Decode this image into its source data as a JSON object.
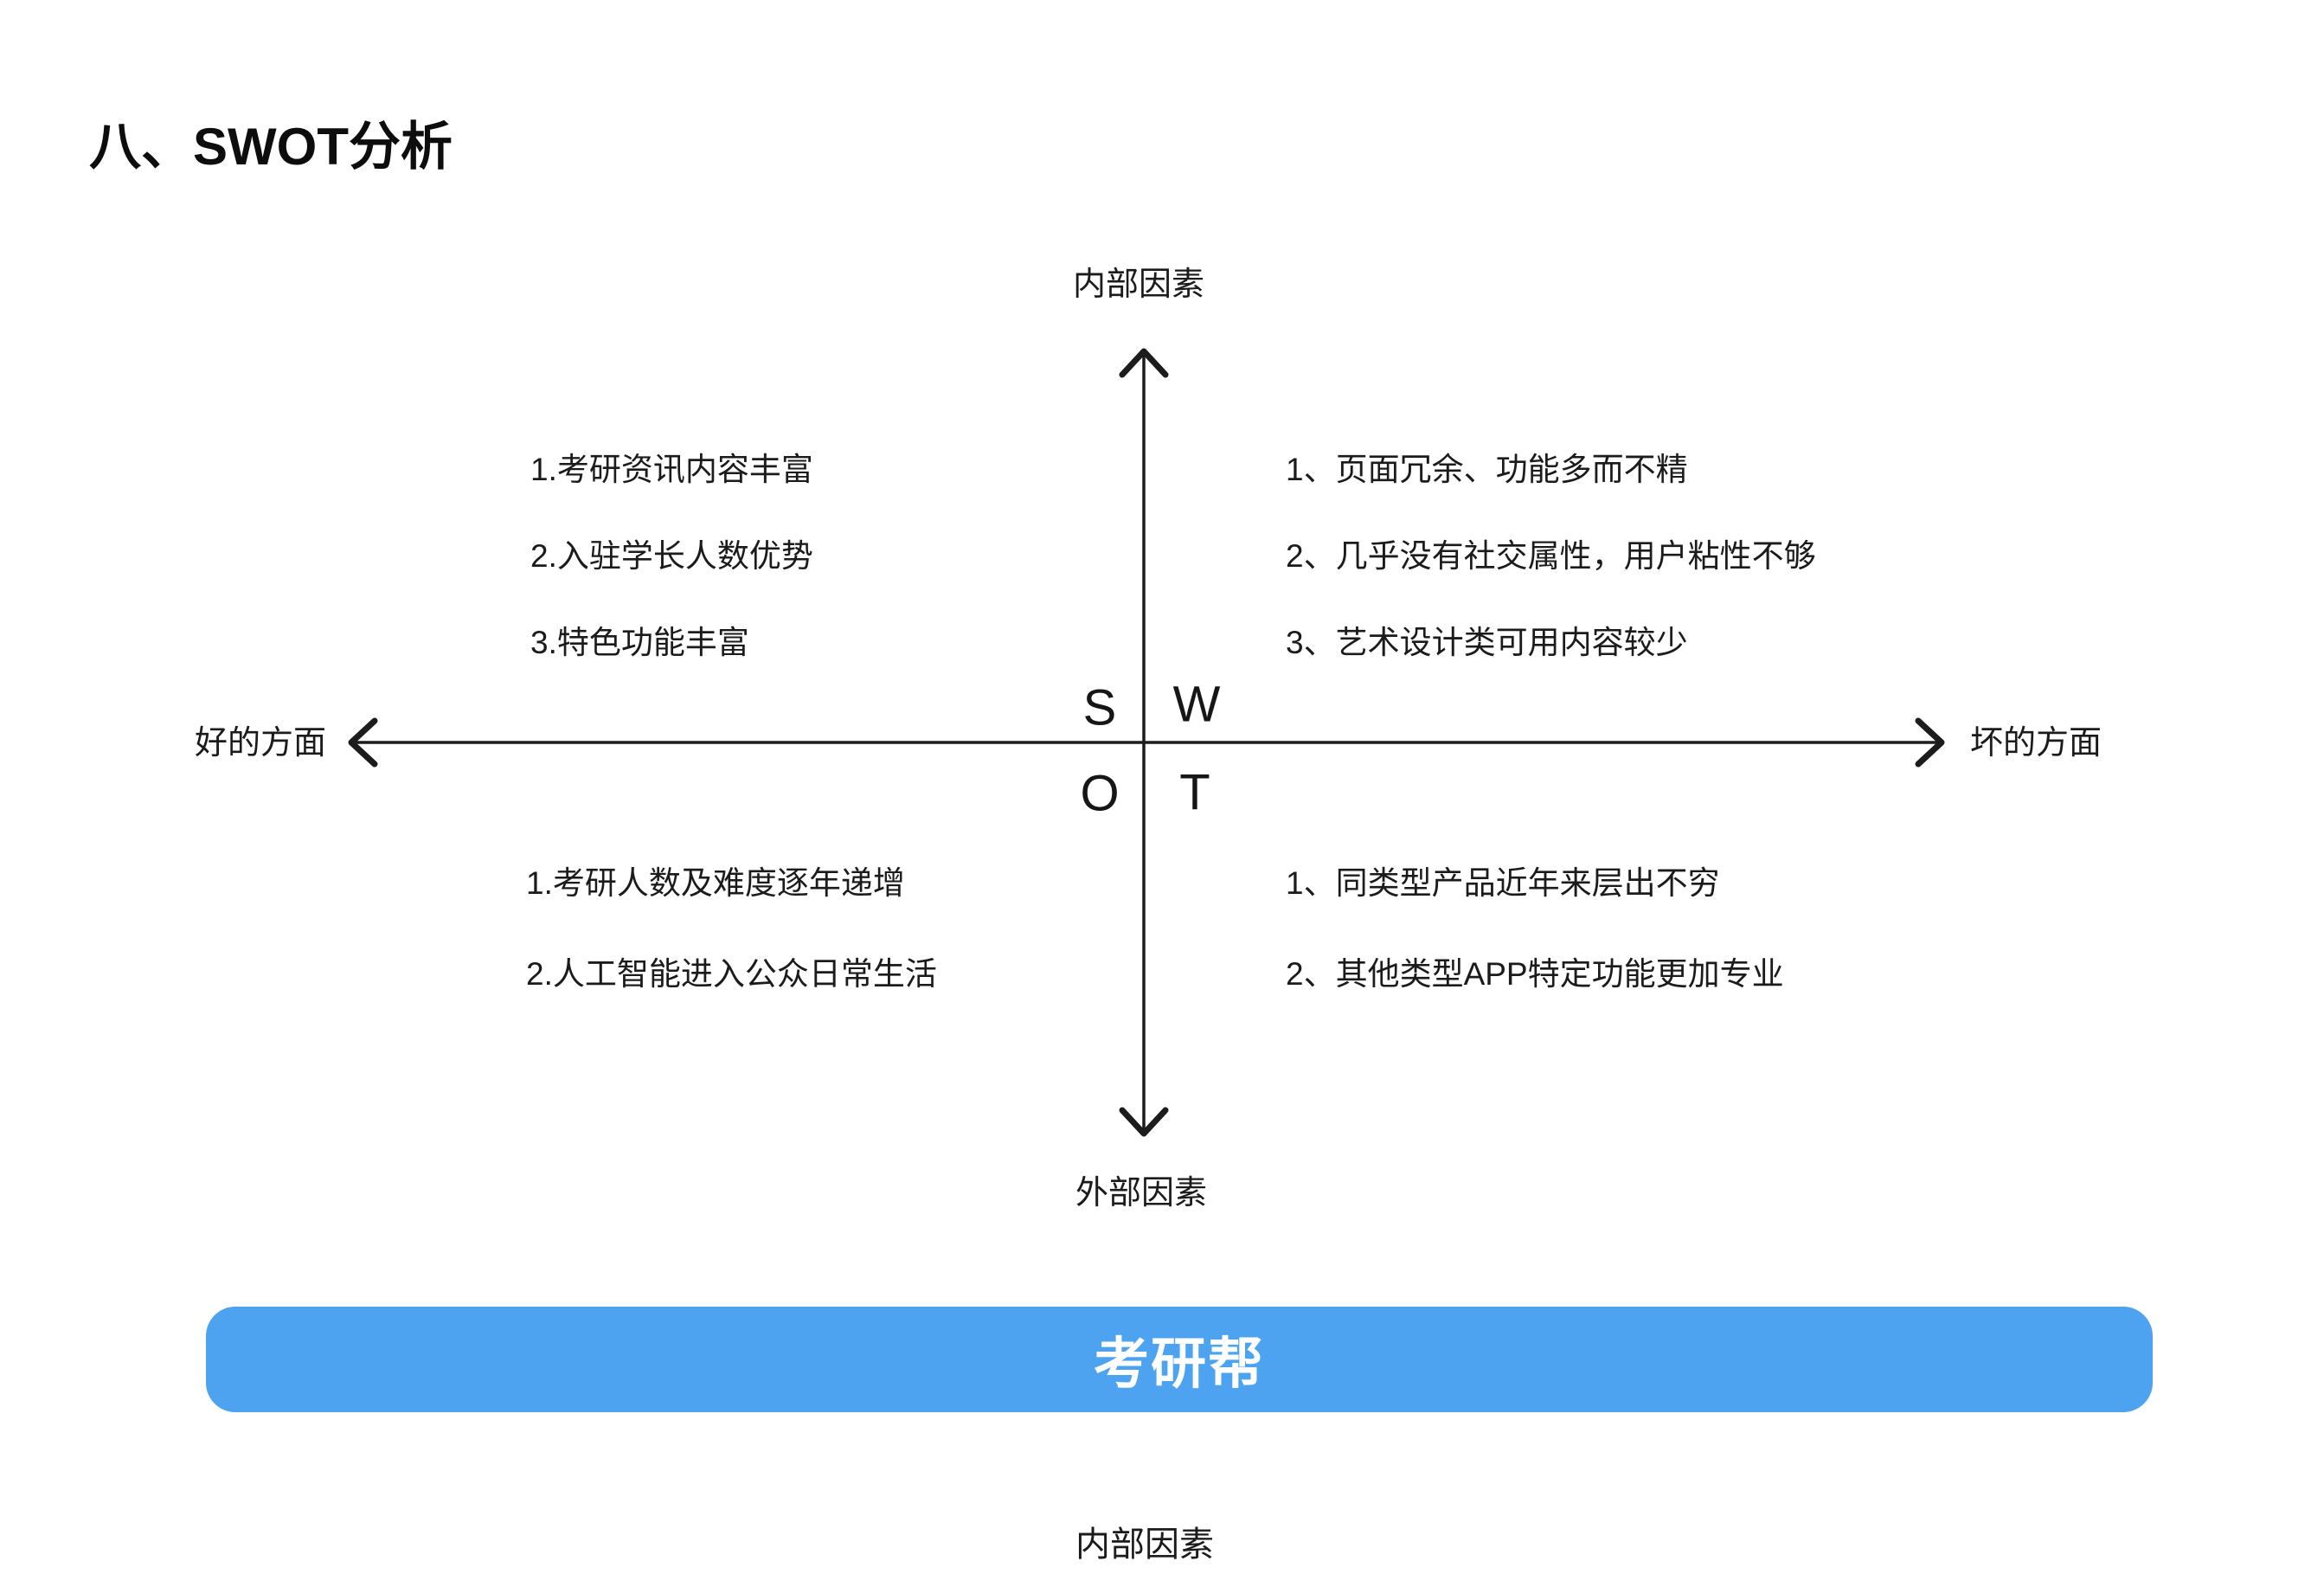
{
  "page": {
    "title": "八、SWOT分析"
  },
  "diagram": {
    "axes": {
      "top_label": "内部因素",
      "bottom_label": "外部因素",
      "left_label": "好的方面",
      "right_label": "坏的方面"
    },
    "quadrants": {
      "strengths": {
        "letter": "S",
        "items": [
          "1.考研资讯内容丰富",
          "2.入驻学长人数优势",
          "3.特色功能丰富"
        ]
      },
      "weaknesses": {
        "letter": "W",
        "items": [
          "1、页面冗余、功能多而不精",
          "2、几乎没有社交属性，用户粘性不够",
          "3、艺术设计类可用内容较少"
        ]
      },
      "opportunities": {
        "letter": "O",
        "items": [
          "1.考研人数及难度逐年递增",
          "2.人工智能进入公众日常生活"
        ]
      },
      "threats": {
        "letter": "T",
        "items": [
          "1、同类型产品近年来层出不穷",
          "2、其他类型APP特定功能更加专业"
        ]
      }
    }
  },
  "banner": {
    "label": "考研帮",
    "color": "#4EA3F0"
  },
  "footer": {
    "label": "内部因素"
  }
}
